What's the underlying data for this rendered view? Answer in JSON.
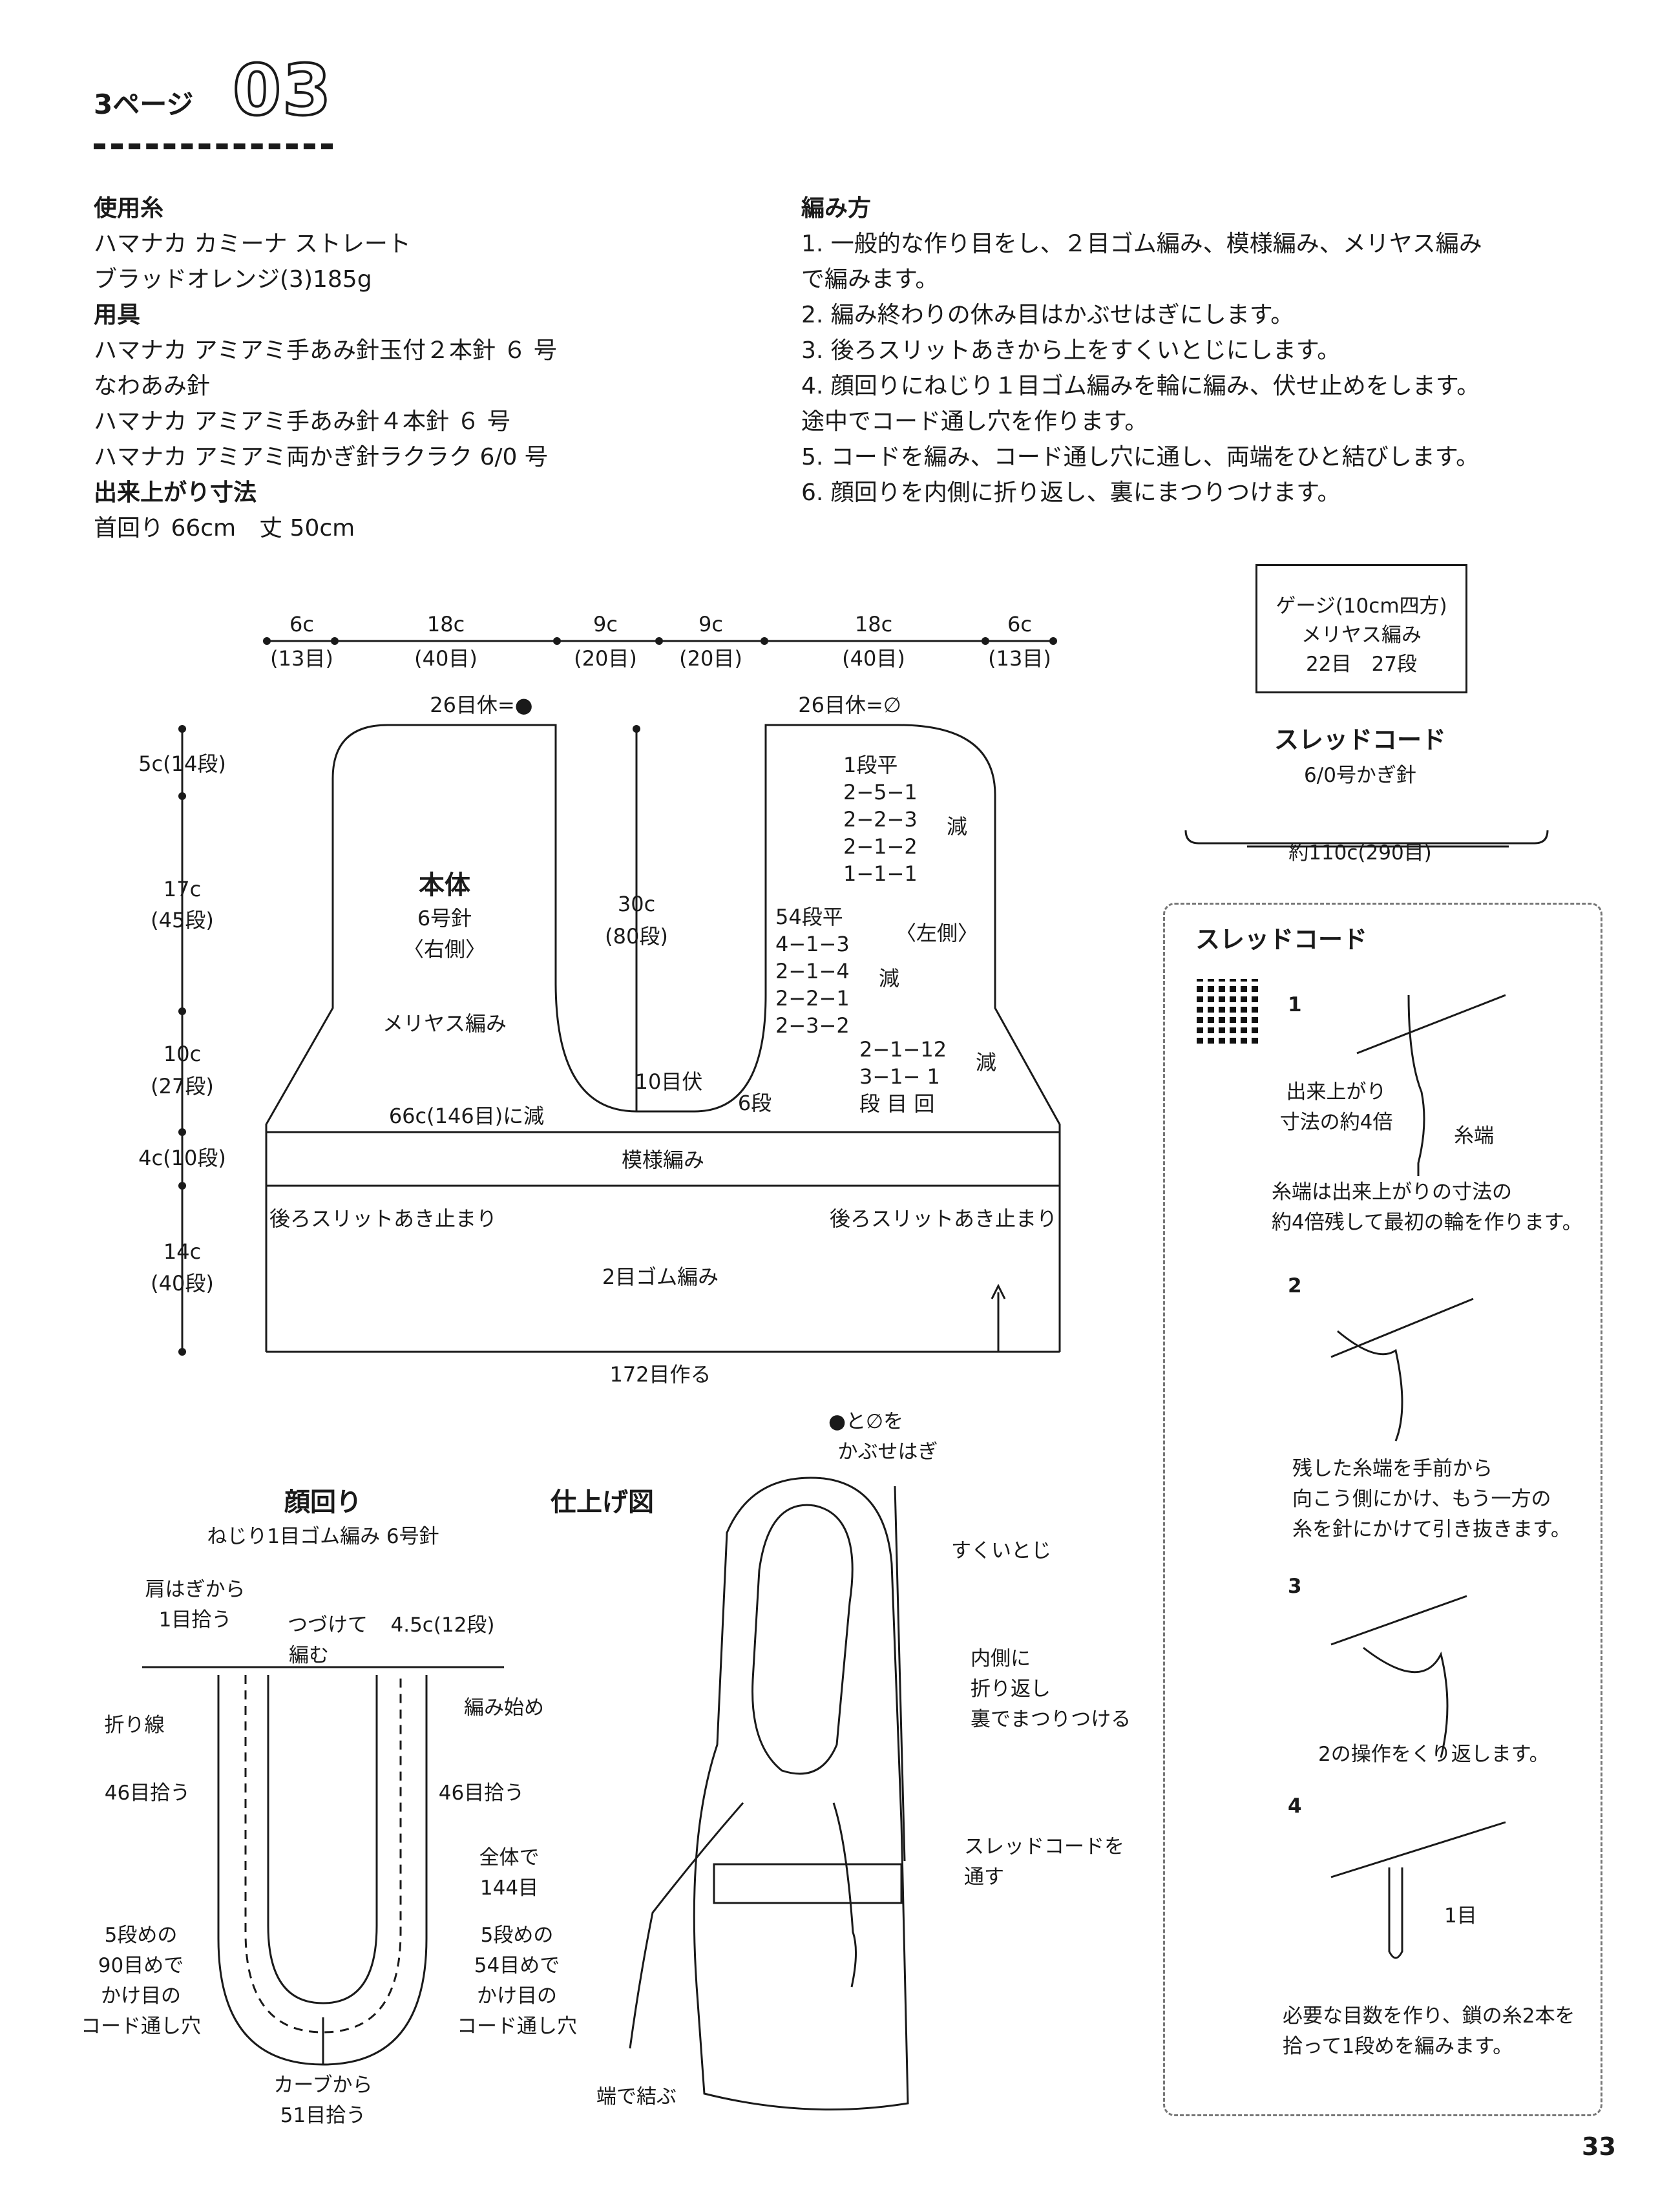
{
  "header": {
    "page_label": "3ページ",
    "pattern_number": "03"
  },
  "materials": {
    "yarn_heading": "使用糸",
    "yarn_lines": [
      "ハマナカ カミーナ ストレート",
      "ブラッドオレンジ(3)185g"
    ],
    "tools_heading": "用具",
    "tools_lines": [
      "ハマナカ アミアミ手あみ針玉付２本針 ６ 号",
      "なわあみ針",
      "ハマナカ アミアミ手あみ針４本針 ６ 号",
      "ハマナカ アミアミ両かぎ針ラクラク 6/0 号"
    ],
    "size_heading": "出来上がり寸法",
    "size_value": "首回り 66cm　丈 50cm"
  },
  "method": {
    "heading": "編み方",
    "lines": [
      "1. 一般的な作り目をし、２目ゴム編み、模様編み、メリヤス編み",
      "で編みます。",
      "2. 編み終わりの休み目はかぶせはぎにします。",
      "3. 後ろスリットあきから上をすくいとじにします。",
      "4. 顔回りにねじり１目ゴム編みを輪に編み、伏せ止めをします。",
      "途中でコード通し穴を作ります。",
      "5. コードを編み、コード通し穴に通し、両端をひと結びします。",
      "6. 顔回りを内側に折り返し、裏にまつりつけます。"
    ]
  },
  "gauge": {
    "title": "ゲージ(10cm四方)",
    "stitch": "メリヤス編み",
    "values": "22目　27段"
  },
  "cord": {
    "title": "スレッドコード",
    "hook": "6/0号かぎ針",
    "length": "約110c(290目)"
  },
  "body_diagram": {
    "top_widths": [
      {
        "c": "6c",
        "st": "(13目)"
      },
      {
        "c": "18c",
        "st": "(40目)"
      },
      {
        "c": "9c",
        "st": "(20目)"
      },
      {
        "c": "9c",
        "st": "(20目)"
      },
      {
        "c": "18c",
        "st": "(40目)"
      },
      {
        "c": "6c",
        "st": "(13目)"
      }
    ],
    "left_heights": [
      {
        "c": "5c(14段)",
        "st": ""
      },
      {
        "c": "17c",
        "st": "(45段)"
      },
      {
        "c": "10c",
        "st": "(27段)"
      },
      {
        "c": "4c(10段)",
        "st": ""
      },
      {
        "c": "14c",
        "st": "(40段)"
      }
    ],
    "rest_left": "26目休=●",
    "rest_right": "26目休=∅",
    "title": "本体",
    "needle": "6号針",
    "side_right": "〈右側〉",
    "side_left": "〈左側〉",
    "stockinette": "メリヤス編み",
    "center_height": "30c",
    "center_rows": "(80段)",
    "bind_off": "10目伏",
    "rows6": "6段",
    "decrease_total": "66c(146目)に減",
    "pattern_band": "模様編み",
    "slit_left": "後ろスリットあき止まり",
    "slit_right": "後ろスリットあき止まり",
    "rib": "2目ゴム編み",
    "cast_on": "172目作る",
    "dec_table_1": [
      "1段平",
      "2−5−1",
      "2−2−3",
      "2−1−2",
      "1−1−1"
    ],
    "dec_table_2": [
      "54段平",
      "4−1−3",
      "2−1−4",
      "2−2−1",
      "2−3−2"
    ],
    "dec_table_3": [
      "2−1−12",
      "3−1− 1",
      "段  目  回"
    ],
    "dec_label": "減"
  },
  "face_diagram": {
    "title": "顔回り",
    "subtitle": "ねじり1目ゴム編み 6号針",
    "shoulder_pick": [
      "肩はぎから",
      "1目拾う"
    ],
    "continue": [
      "つづけて",
      "編む"
    ],
    "width": "4.5c(12段)",
    "fold_line": "折り線",
    "start": "編み始め",
    "left_pick": "46目拾う",
    "right_pick": "46目拾う",
    "total": [
      "全体で",
      "144目"
    ],
    "hole_left": [
      "5段めの",
      "90目めで",
      "かけ目の",
      "コード通し穴"
    ],
    "hole_right": [
      "5段めの",
      "54目めで",
      "かけ目の",
      "コード通し穴"
    ],
    "curve_pick": [
      "カーブから",
      "51目拾う"
    ]
  },
  "finish_diagram": {
    "title": "仕上げ図",
    "graft": [
      "●と∅を",
      "かぶせはぎ"
    ],
    "seam": "すくいとじ",
    "fold": [
      "内側に",
      "折り返し",
      "裏でまつりつける"
    ],
    "cord_pass": [
      "スレッドコードを",
      "通す"
    ],
    "tie": "端で結ぶ"
  },
  "cord_steps": {
    "title": "スレッドコード",
    "step1_num": "1",
    "step1_label": [
      "出来上がり",
      "寸法の約4倍"
    ],
    "step1_tail": "糸端",
    "step1_text": [
      "糸端は出来上がりの寸法の",
      "約4倍残して最初の輪を作ります。"
    ],
    "step2_num": "2",
    "step2_text": [
      "残した糸端を手前から",
      "向こう側にかけ、もう一方の",
      "糸を針にかけて引き抜きます。"
    ],
    "step3_num": "3",
    "step3_text": "2の操作をくり返します。",
    "step4_num": "4",
    "step4_label": "1目",
    "step4_text": [
      "必要な目数を作り、鎖の糸2本を",
      "拾って1段めを編みます。"
    ]
  },
  "page_number": "33"
}
